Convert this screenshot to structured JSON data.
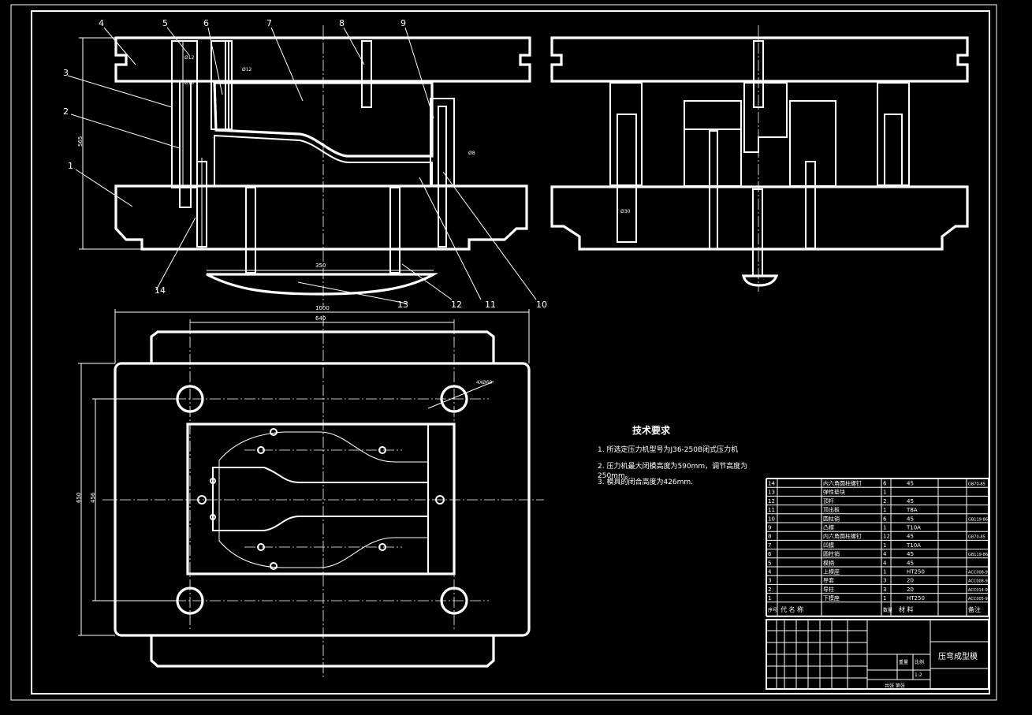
{
  "callouts": [
    "1",
    "2",
    "3",
    "4",
    "5",
    "6",
    "7",
    "8",
    "9",
    "10",
    "11",
    "12",
    "13",
    "14"
  ],
  "dimensions": {
    "front_height": "565",
    "front_bottom": "350",
    "plan_width_outer": "1000",
    "plan_width_inner": "640",
    "plan_height_outer": "650",
    "plan_height_inner": "456",
    "hole_note": "4XØ60",
    "front_note_a": "Ø12",
    "front_note_b": "Ø10",
    "front_note_c": "Ø12",
    "front_note_d": "Ø8",
    "side_note": "Ø30"
  },
  "tech": {
    "heading": "技术要求",
    "lines": [
      "1. 所选定压力机型号为J36-250B闭式压力机",
      "2. 压力机最大闭模高度为590mm，调节高度为",
      "250mm。",
      "3. 模具的闭合高度为426mm."
    ]
  },
  "bom": {
    "rows": [
      {
        "no": "14",
        "name": "内六角圆柱螺钉",
        "qty": "6",
        "mat": "45",
        "std": "GB70-85"
      },
      {
        "no": "13",
        "name": "弹性垫块",
        "qty": "1",
        "mat": "",
        "std": ""
      },
      {
        "no": "12",
        "name": "顶杆",
        "qty": "2",
        "mat": "45",
        "std": ""
      },
      {
        "no": "11",
        "name": "顶出板",
        "qty": "1",
        "mat": "T8A",
        "std": ""
      },
      {
        "no": "10",
        "name": "圆柱销",
        "qty": "6",
        "mat": "45",
        "std": "GB119-86"
      },
      {
        "no": "9",
        "name": "凸模",
        "qty": "1",
        "mat": "T10A",
        "std": ""
      },
      {
        "no": "8",
        "name": "内六角圆柱螺钉",
        "qty": "12",
        "mat": "45",
        "std": "GB70-85"
      },
      {
        "no": "7",
        "name": "凹模",
        "qty": "1",
        "mat": "T10A",
        "std": ""
      },
      {
        "no": "6",
        "name": "圆柱销",
        "qty": "4",
        "mat": "45",
        "std": "GB119-86"
      },
      {
        "no": "5",
        "name": "模柄",
        "qty": "4",
        "mat": "45",
        "std": ""
      },
      {
        "no": "4",
        "name": "上模座",
        "qty": "1",
        "mat": "HT250",
        "std": "ACC008-94"
      },
      {
        "no": "3",
        "name": "导套",
        "qty": "3",
        "mat": "20",
        "std": "ACC008-94"
      },
      {
        "no": "2",
        "name": "导柱",
        "qty": "3",
        "mat": "20",
        "std": "ACC014-94"
      },
      {
        "no": "1",
        "name": "下模座",
        "qty": "1",
        "mat": "HT250",
        "std": "ACC005-94"
      }
    ],
    "header": {
      "no": "序号",
      "name": "代   名   称",
      "qty": "数量",
      "mat": "材   料",
      "std": "备注"
    }
  },
  "title_block": {
    "title": "压弯成型模",
    "scale_label": "比例",
    "scale": "1:2",
    "weight_label": "重量",
    "designer_label": "共张 第张"
  }
}
